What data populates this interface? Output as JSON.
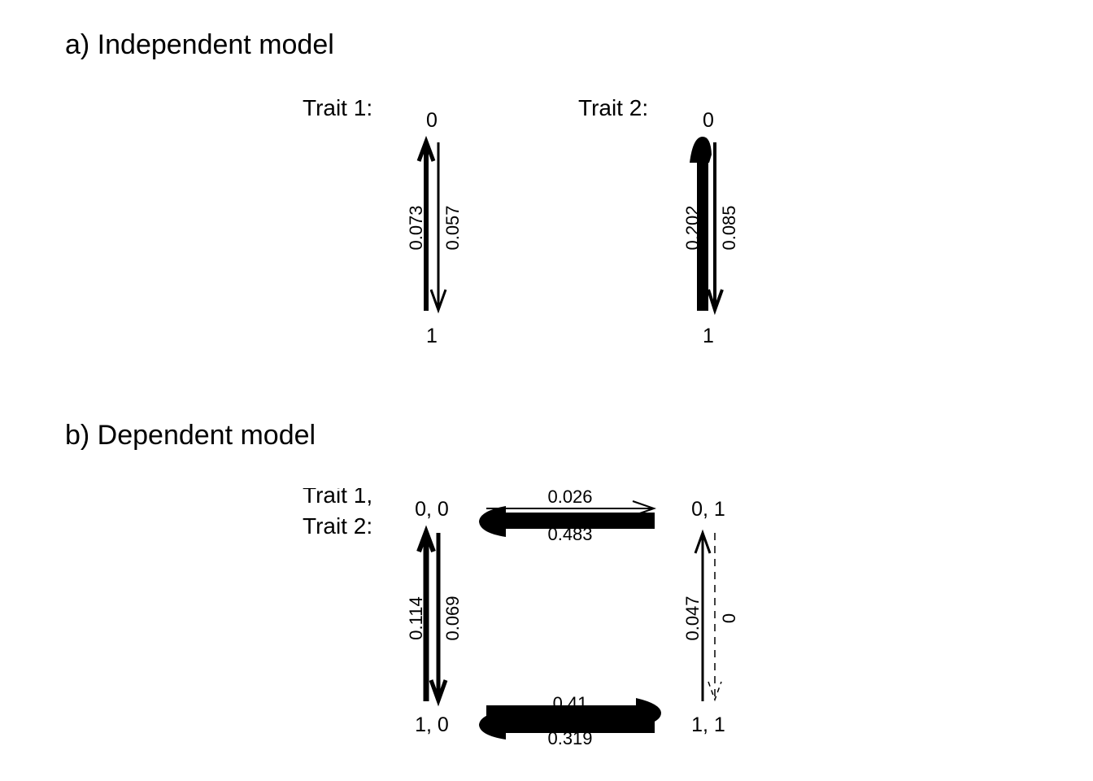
{
  "panels": [
    {
      "id": "a",
      "title": "a) Independent model",
      "traits": [
        {
          "label": "Trait 1:",
          "states": [
            "0",
            "1"
          ],
          "rates": [
            {
              "from": "1",
              "to": "0",
              "value": "0.073"
            },
            {
              "from": "0",
              "to": "1",
              "value": "0.057"
            }
          ]
        },
        {
          "label": "Trait 2:",
          "states": [
            "0",
            "1"
          ],
          "rates": [
            {
              "from": "1",
              "to": "0",
              "value": "0.202"
            },
            {
              "from": "0",
              "to": "1",
              "value": "0.085"
            }
          ]
        }
      ]
    },
    {
      "id": "b",
      "title": "b) Dependent model",
      "label_line1": "Trait 1,",
      "label_line2": "Trait 2:",
      "states": [
        "0, 0",
        "0, 1",
        "1, 0",
        "1, 1"
      ],
      "rates": [
        {
          "from": "0, 0",
          "to": "0, 1",
          "value": "0.026"
        },
        {
          "from": "0, 1",
          "to": "0, 0",
          "value": "0.483"
        },
        {
          "from": "1, 0",
          "to": "0, 0",
          "value": "0.114"
        },
        {
          "from": "0, 0",
          "to": "1, 0",
          "value": "0.069"
        },
        {
          "from": "1, 1",
          "to": "0, 1",
          "value": "0.047"
        },
        {
          "from": "0, 1",
          "to": "1, 1",
          "value": "0"
        },
        {
          "from": "1, 0",
          "to": "1, 1",
          "value": "0.41"
        },
        {
          "from": "1, 1",
          "to": "1, 0",
          "value": "0.319"
        }
      ]
    }
  ]
}
